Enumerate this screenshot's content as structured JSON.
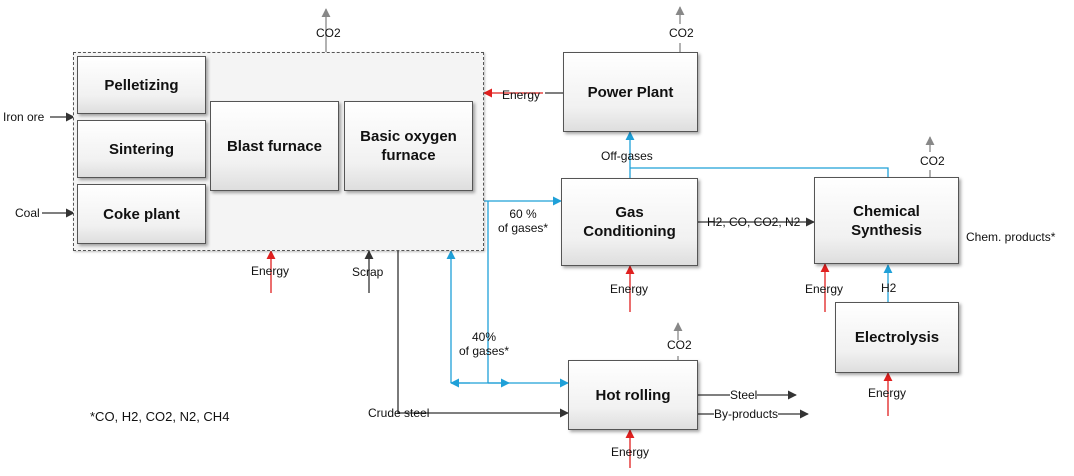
{
  "processes": {
    "pelletizing": "Pelletizing",
    "sintering": "Sintering",
    "coke_plant": "Coke plant",
    "blast_furnace": "Blast furnace",
    "bof": "Basic oxygen\nfurnace",
    "power_plant": "Power Plant",
    "gas_conditioning": "Gas\nConditioning",
    "chemical_synthesis": "Chemical\nSynthesis",
    "electrolysis": "Electrolysis",
    "hot_rolling": "Hot rolling"
  },
  "labels": {
    "co2_main": "CO2",
    "co2_power": "CO2",
    "co2_chem": "CO2",
    "co2_hot": "CO2",
    "iron_ore": "Iron ore",
    "coal": "Coal",
    "energy_to_steel": "Energy",
    "energy_main": "Energy",
    "scrap": "Scrap",
    "offgases": "Off-gases",
    "gases_60": "60 %\nof gases*",
    "gases_40": "40%\nof gases*",
    "syngas": "H2, CO, CO2, N2",
    "energy_gas": "Energy",
    "energy_chem": "Energy",
    "h2": "H2",
    "chem_products": "Chem. products*",
    "energy_elec": "Energy",
    "crude_steel": "Crude steel",
    "steel": "Steel",
    "byproducts": "By-products",
    "energy_hot": "Energy",
    "footnote": "*CO, H2, CO2, N2, CH4"
  },
  "colors": {
    "energy": "#e0201f",
    "gas": "#1fa0d8",
    "material": "#333333",
    "emission": "#888888"
  }
}
